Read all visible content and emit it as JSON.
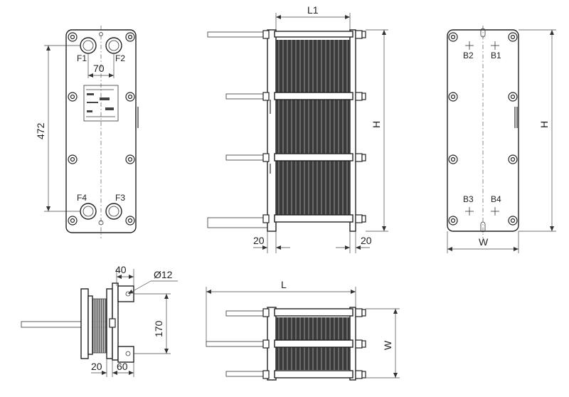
{
  "front_view": {
    "ports": [
      "F1",
      "F2",
      "F4",
      "F3"
    ],
    "dim_horizontal": "70",
    "dim_vertical": "472"
  },
  "side_view": {
    "dim_L1": "L1",
    "dim_H": "H",
    "dim_left": "20",
    "dim_right": "20"
  },
  "back_view": {
    "ports": [
      "B2",
      "B1",
      "B3",
      "B4"
    ],
    "dim_H": "H",
    "dim_W": "W"
  },
  "detail_view": {
    "dim_40": "40",
    "dim_dia": "Ø12",
    "dim_170": "170",
    "dim_20": "20",
    "dim_60": "60"
  },
  "top_view": {
    "dim_L": "L",
    "dim_W": "W"
  }
}
